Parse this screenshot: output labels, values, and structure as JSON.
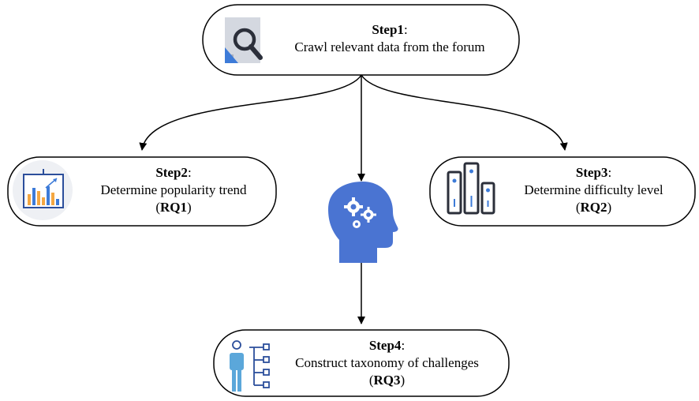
{
  "diagram": {
    "steps": [
      {
        "id": "step1",
        "title": "Step1",
        "description": "Crawl relevant data from the forum",
        "rq": "",
        "icon": "search-document-icon"
      },
      {
        "id": "step2",
        "title": "Step2",
        "description": "Determine popularity trend",
        "rq": "RQ1",
        "icon": "bar-chart-presentation-icon"
      },
      {
        "id": "step3",
        "title": "Step3",
        "description": "Determine difficulty level",
        "rq": "RQ2",
        "icon": "server-racks-icon"
      },
      {
        "id": "step4",
        "title": "Step4",
        "description": "Construct taxonomy of challenges",
        "rq": "RQ3",
        "icon": "person-taxonomy-icon"
      }
    ],
    "center_icon": "head-gears-icon",
    "colors": {
      "head_blue": "#4A74D2",
      "chart_orange": "#F4A742",
      "chart_blue": "#3D7BD8",
      "icon_dark": "#2B2F3A",
      "person_blue": "#5BA7DA"
    }
  }
}
